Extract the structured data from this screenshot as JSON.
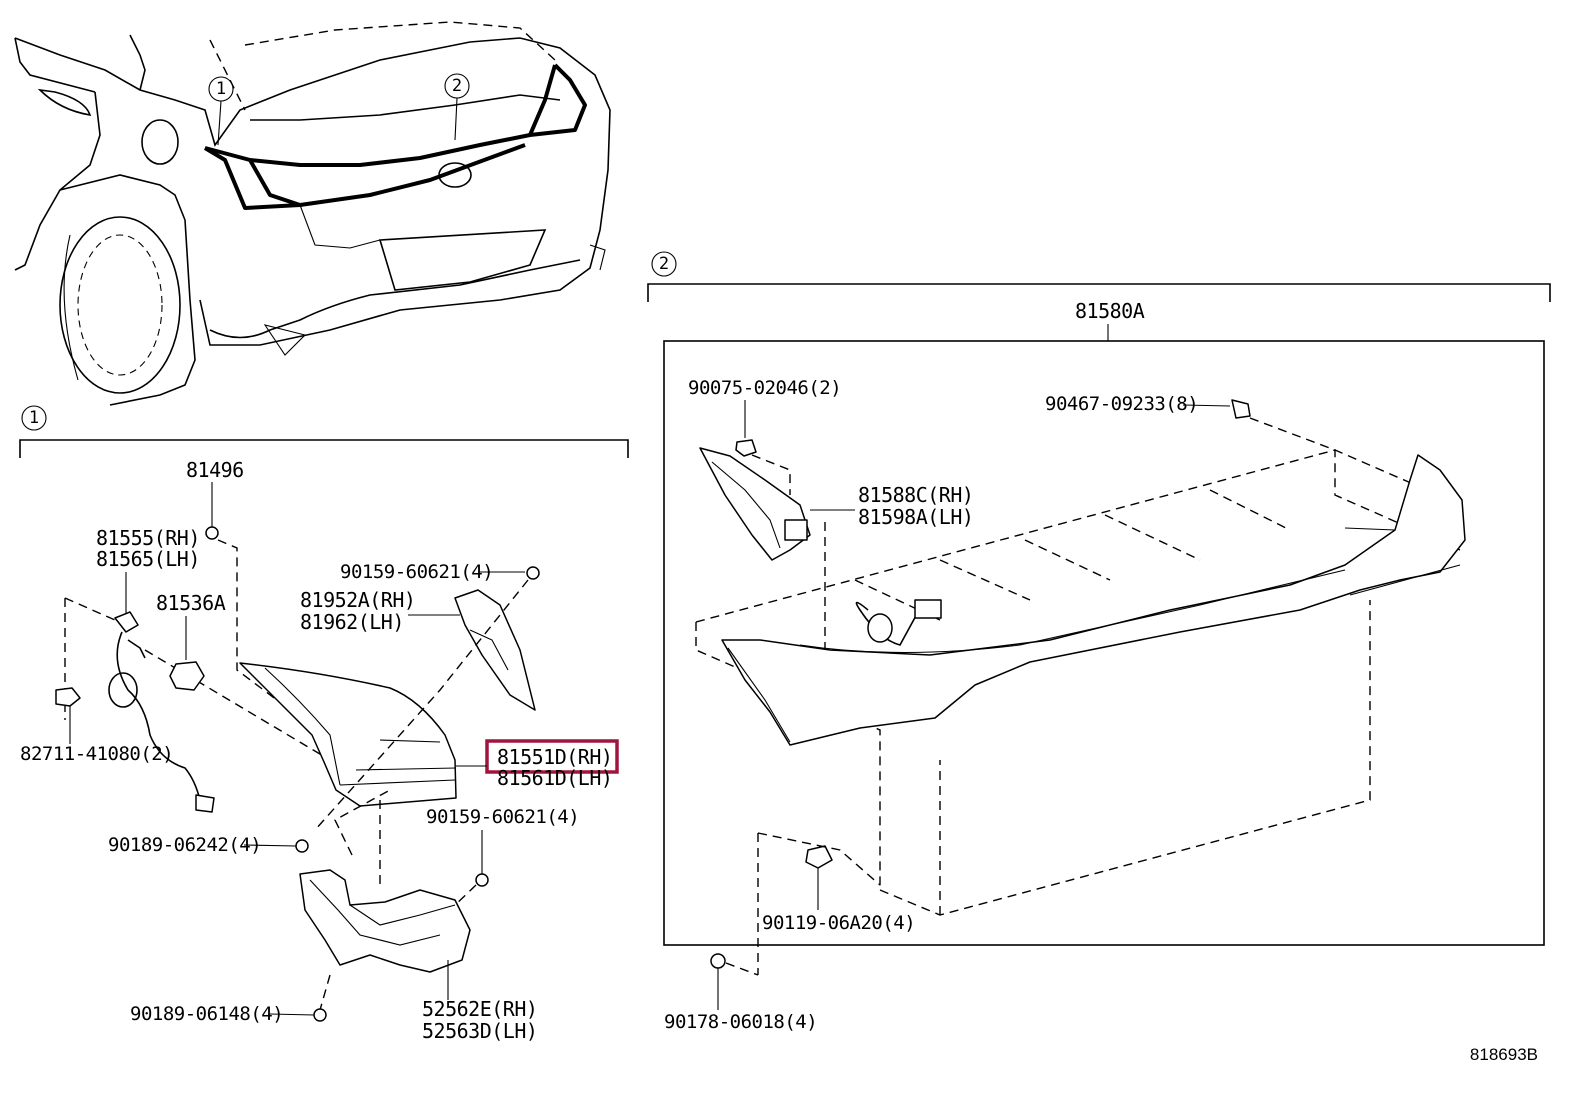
{
  "diagram_id": "818693B",
  "callouts": {
    "one": "1",
    "two": "2"
  },
  "section1": {
    "marker": "1",
    "labels": {
      "p81496": "81496",
      "p81555": "81555(RH)",
      "p81565": "81565(LH)",
      "p81536A": "81536A",
      "p82711": "82711-41080(2)",
      "p90159_top": "90159-60621(4)",
      "p81952A": "81952A(RH)",
      "p81962": "81962(LH)",
      "p81551D": "81551D(RH)",
      "p81561D": "81561D(LH)",
      "p90189_06242": "90189-06242(4)",
      "p90159_mid": "90159-60621(4)",
      "p90189_06148": "90189-06148(4)",
      "p52562E": "52562E(RH)",
      "p52563D": "52563D(LH)"
    },
    "highlighted_part": "81551D(RH)",
    "highlight_color": "#a0153e"
  },
  "section2": {
    "marker": "2",
    "labels": {
      "p81580A": "81580A",
      "p90075": "90075-02046(2)",
      "p90467": "90467-09233(8)",
      "p81588C": "81588C(RH)",
      "p81598A": "81598A(LH)",
      "p90119": "90119-06A20(4)",
      "p90178": "90178-06018(4)"
    }
  }
}
